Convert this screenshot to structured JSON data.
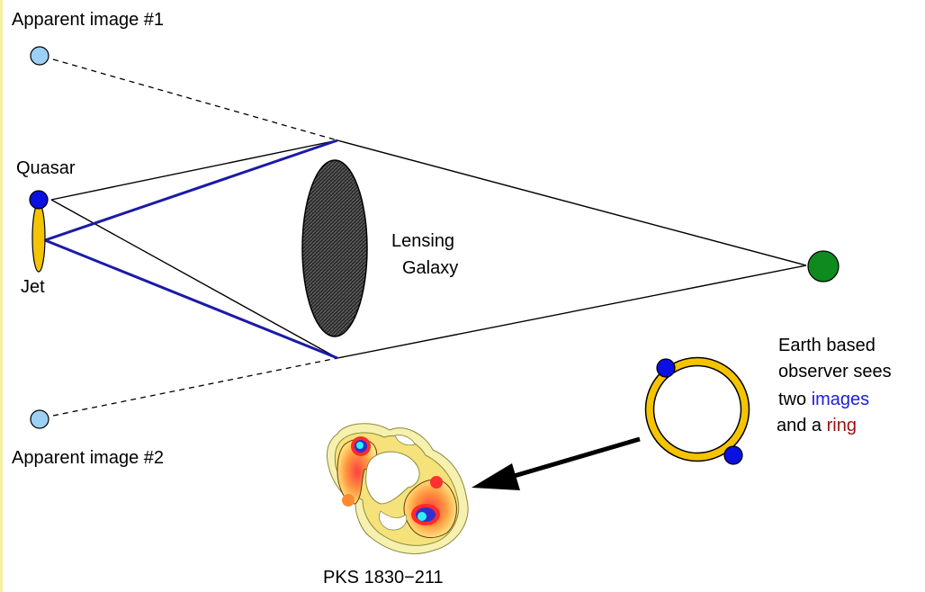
{
  "labels": {
    "apparent_image_1": "Apparent image #1",
    "apparent_image_2": "Apparent image #2",
    "quasar": "Quasar",
    "jet": "Jet",
    "lensing_galaxy_line1": "Lensing",
    "lensing_galaxy_line2": "Galaxy",
    "caption": "PKS 1830−211"
  },
  "observer_note": {
    "line1": "Earth based",
    "line2": "observer sees",
    "line3_prefix": "two ",
    "line3_highlight": "images",
    "line4_prefix": "and a ",
    "line4_highlight": "ring"
  },
  "colors": {
    "quasar": "#0a10e0",
    "apparent_image": "#9cd0f5",
    "jet": "#f5c400",
    "galaxy": "#3a3a3a",
    "observer": "#0f8a1f",
    "ring": "#f5c400",
    "light_path": "#1a1aa8",
    "images_text": "#1e20d8",
    "ring_text": "#9a1010",
    "border": "#f3f0a0"
  },
  "icons": {
    "observer": "earth-circle",
    "arrow": "arrow-left-down"
  }
}
